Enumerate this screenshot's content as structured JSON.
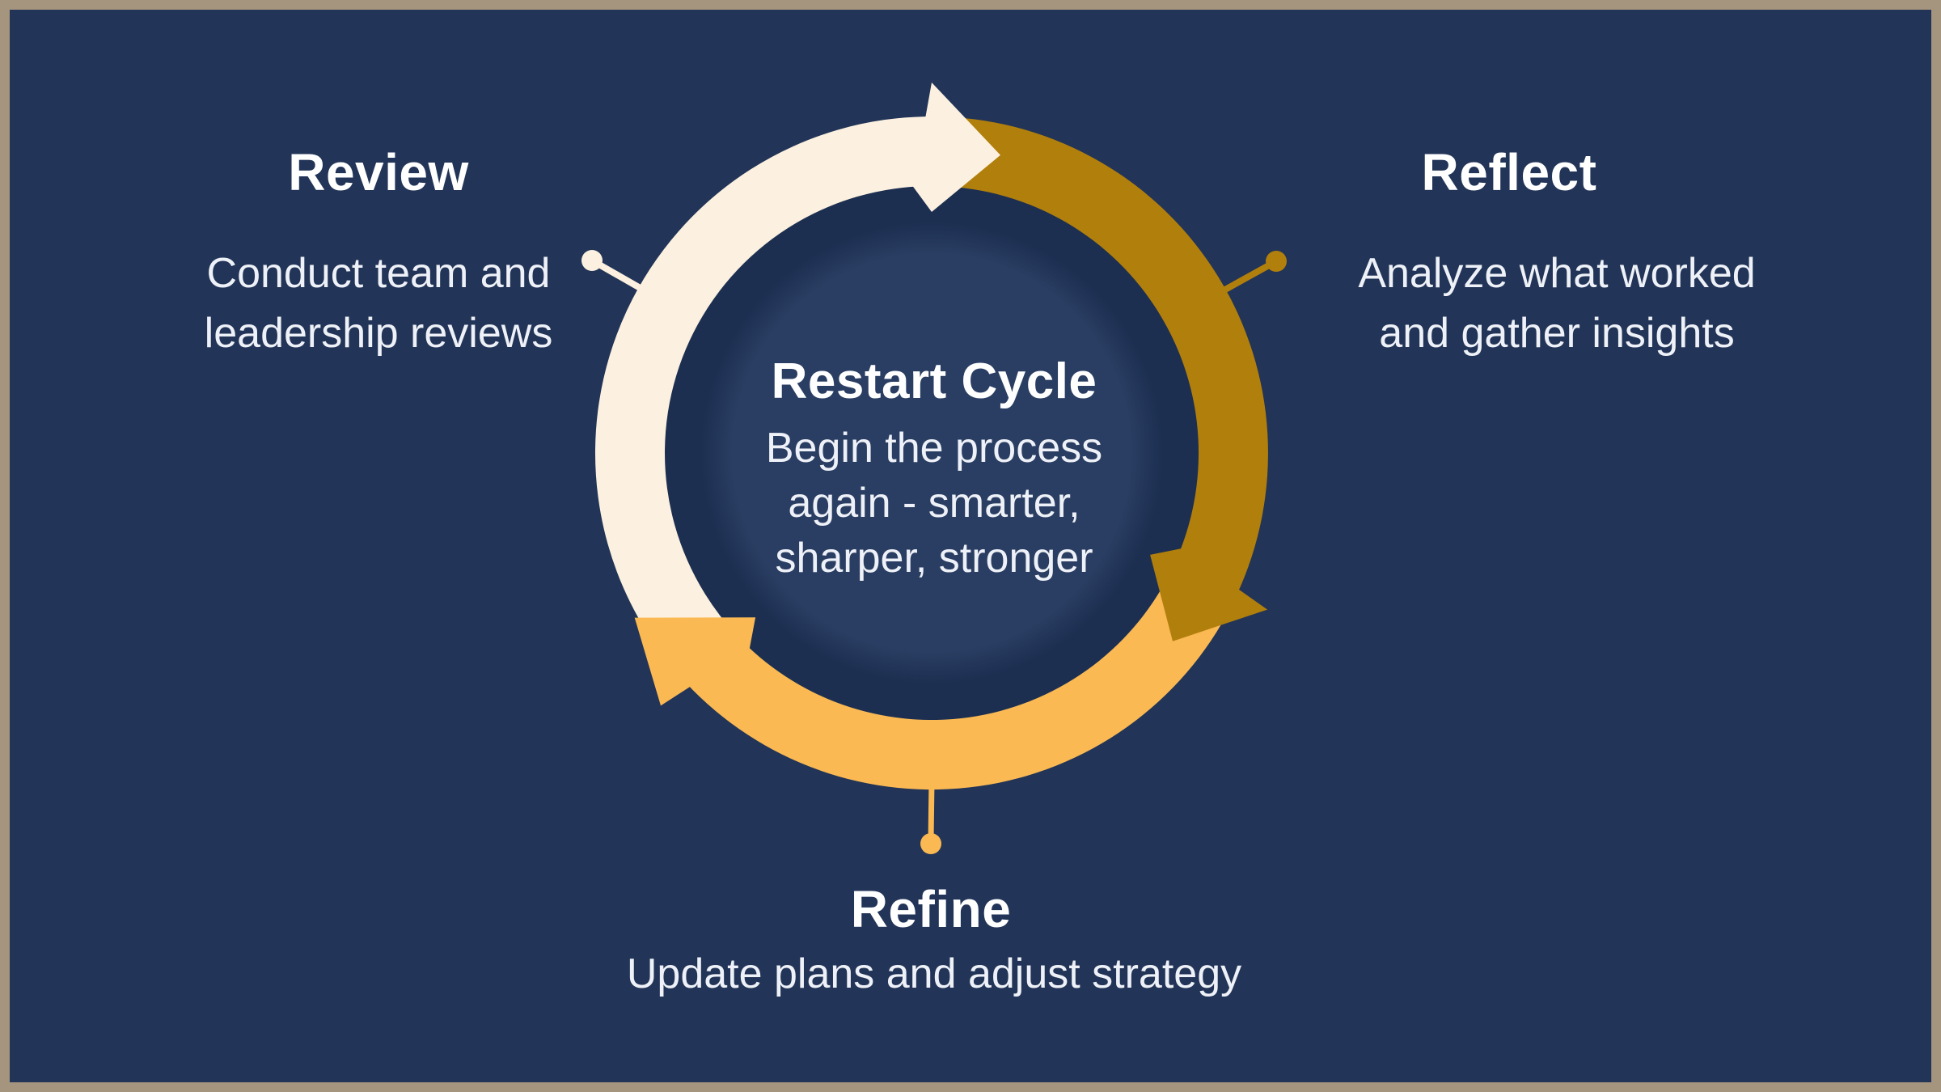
{
  "colors": {
    "background": "#223457",
    "frame": "#a6957e",
    "cream": "#fcf1e0",
    "gold": "#b17f0c",
    "amber": "#fab953",
    "inner_circle": "#2a3e63",
    "inner_circle_edge_shadow": "#1c2f51",
    "heading_text": "#ffffff",
    "body_text": "#eef1f7"
  },
  "diagram": {
    "center": {
      "title": "Restart Cycle",
      "description": "Begin the process again - smarter, sharper, stronger",
      "lines": [
        "Begin the process",
        "again - smarter,",
        "sharper, stronger"
      ]
    },
    "steps": [
      {
        "id": "review",
        "title": "Review",
        "description": "Conduct team and leadership reviews",
        "lines": [
          "Conduct team and",
          "leadership reviews"
        ],
        "color": "#fcf1e0",
        "position": "upper-left"
      },
      {
        "id": "reflect",
        "title": "Reflect",
        "description": "Analyze what worked and gather insights",
        "lines": [
          "Analyze what worked",
          "and gather insights"
        ],
        "color": "#b17f0c",
        "position": "upper-right"
      },
      {
        "id": "refine",
        "title": "Refine",
        "description": "Update plans and adjust strategy",
        "lines": [
          "Update plans and adjust strategy"
        ],
        "color": "#fab953",
        "position": "bottom"
      }
    ]
  }
}
